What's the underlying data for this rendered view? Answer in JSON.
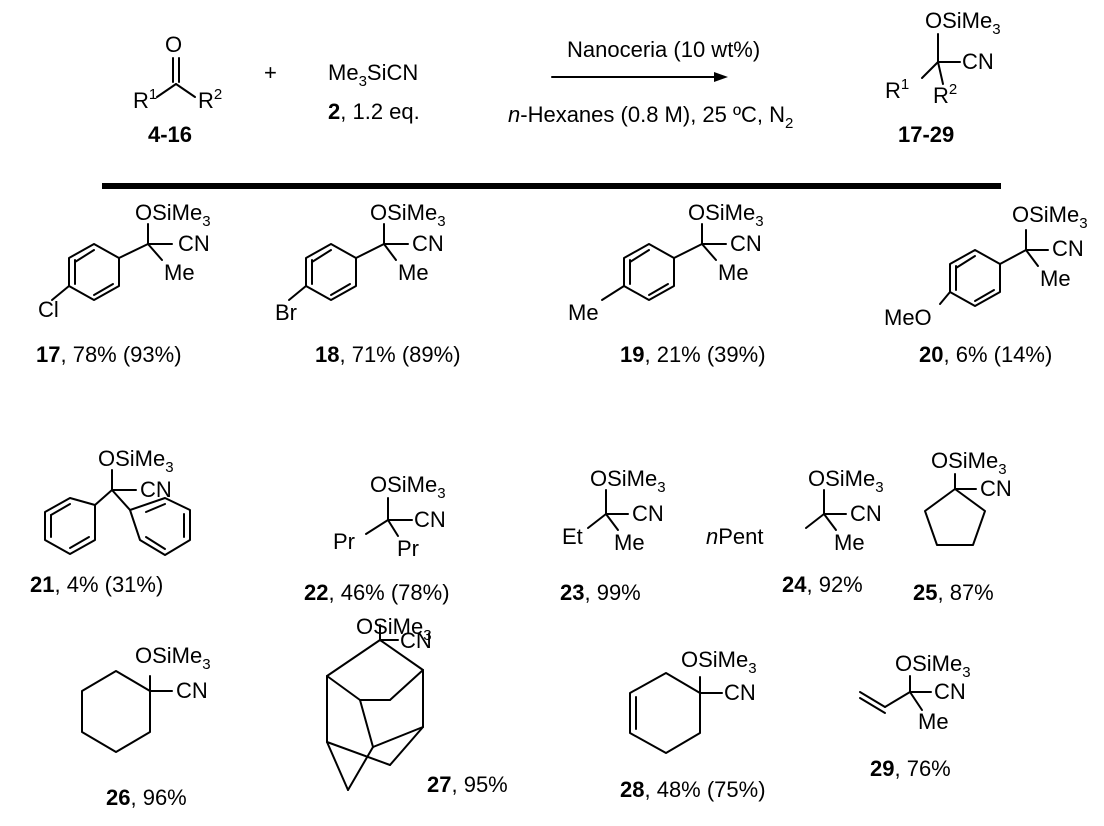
{
  "scheme": {
    "reactant_ketone": {
      "r1": "R",
      "r1_sup": "1",
      "r2": "R",
      "r2_sup": "2",
      "o": "O",
      "label": "4-16"
    },
    "plus": "+",
    "reagent": {
      "formula_a": "Me",
      "formula_sub": "3",
      "formula_b": "SiCN",
      "label_num": "2",
      "label_rest": ", 1.2 eq."
    },
    "conditions_top": "Nanoceria (10 wt%)",
    "conditions_bottom_italic": "n",
    "conditions_bottom_a": "-Hexanes (0.8 M), 25 ºC, N",
    "conditions_bottom_sub": "2",
    "product": {
      "group": "OSiMe",
      "group_sub": "3",
      "cn": "CN",
      "r1": "R",
      "r1_sup": "1",
      "r2": "R",
      "r2_sup": "2",
      "label": "17-29"
    }
  },
  "compounds": [
    {
      "num": "17",
      "yield": ", 78% (93%)",
      "group": "OSiMe",
      "group_sub": "3",
      "cn": "CN",
      "sub": "Me",
      "para": "Cl"
    },
    {
      "num": "18",
      "yield": ", 71% (89%)",
      "group": "OSiMe",
      "group_sub": "3",
      "cn": "CN",
      "sub": "Me",
      "para": "Br"
    },
    {
      "num": "19",
      "yield": ", 21% (39%)",
      "group": "OSiMe",
      "group_sub": "3",
      "cn": "CN",
      "sub": "Me",
      "para": "Me"
    },
    {
      "num": "20",
      "yield": ", 6% (14%)",
      "group": "OSiMe",
      "group_sub": "3",
      "cn": "CN",
      "sub": "Me",
      "para": "MeO"
    },
    {
      "num": "21",
      "yield": ", 4% (31%)",
      "group": "OSiMe",
      "group_sub": "3",
      "cn": "CN"
    },
    {
      "num": "22",
      "yield": ", 46% (78%)",
      "group": "OSiMe",
      "group_sub": "3",
      "cn": "CN",
      "left": "Pr",
      "sub": "Pr"
    },
    {
      "num": "23",
      "yield": ", 99%",
      "group": "OSiMe",
      "group_sub": "3",
      "cn": "CN",
      "left": "Et",
      "sub": "Me"
    },
    {
      "num": "24",
      "yield": ", 92%",
      "group": "OSiMe",
      "group_sub": "3",
      "cn": "CN",
      "left_italic": "n",
      "left": "Pent",
      "sub": "Me"
    },
    {
      "num": "25",
      "yield": ", 87%",
      "group": "OSiMe",
      "group_sub": "3",
      "cn": "CN"
    },
    {
      "num": "26",
      "yield": ", 96%",
      "group": "OSiMe",
      "group_sub": "3",
      "cn": "CN"
    },
    {
      "num": "27",
      "yield": ", 95%",
      "group": "OSiMe",
      "group_sub": "3",
      "cn": "CN"
    },
    {
      "num": "28",
      "yield": ", 48% (75%)",
      "group": "OSiMe",
      "group_sub": "3",
      "cn": "CN"
    },
    {
      "num": "29",
      "yield": ", 76%",
      "group": "OSiMe",
      "group_sub": "3",
      "cn": "CN",
      "sub": "Me"
    }
  ]
}
